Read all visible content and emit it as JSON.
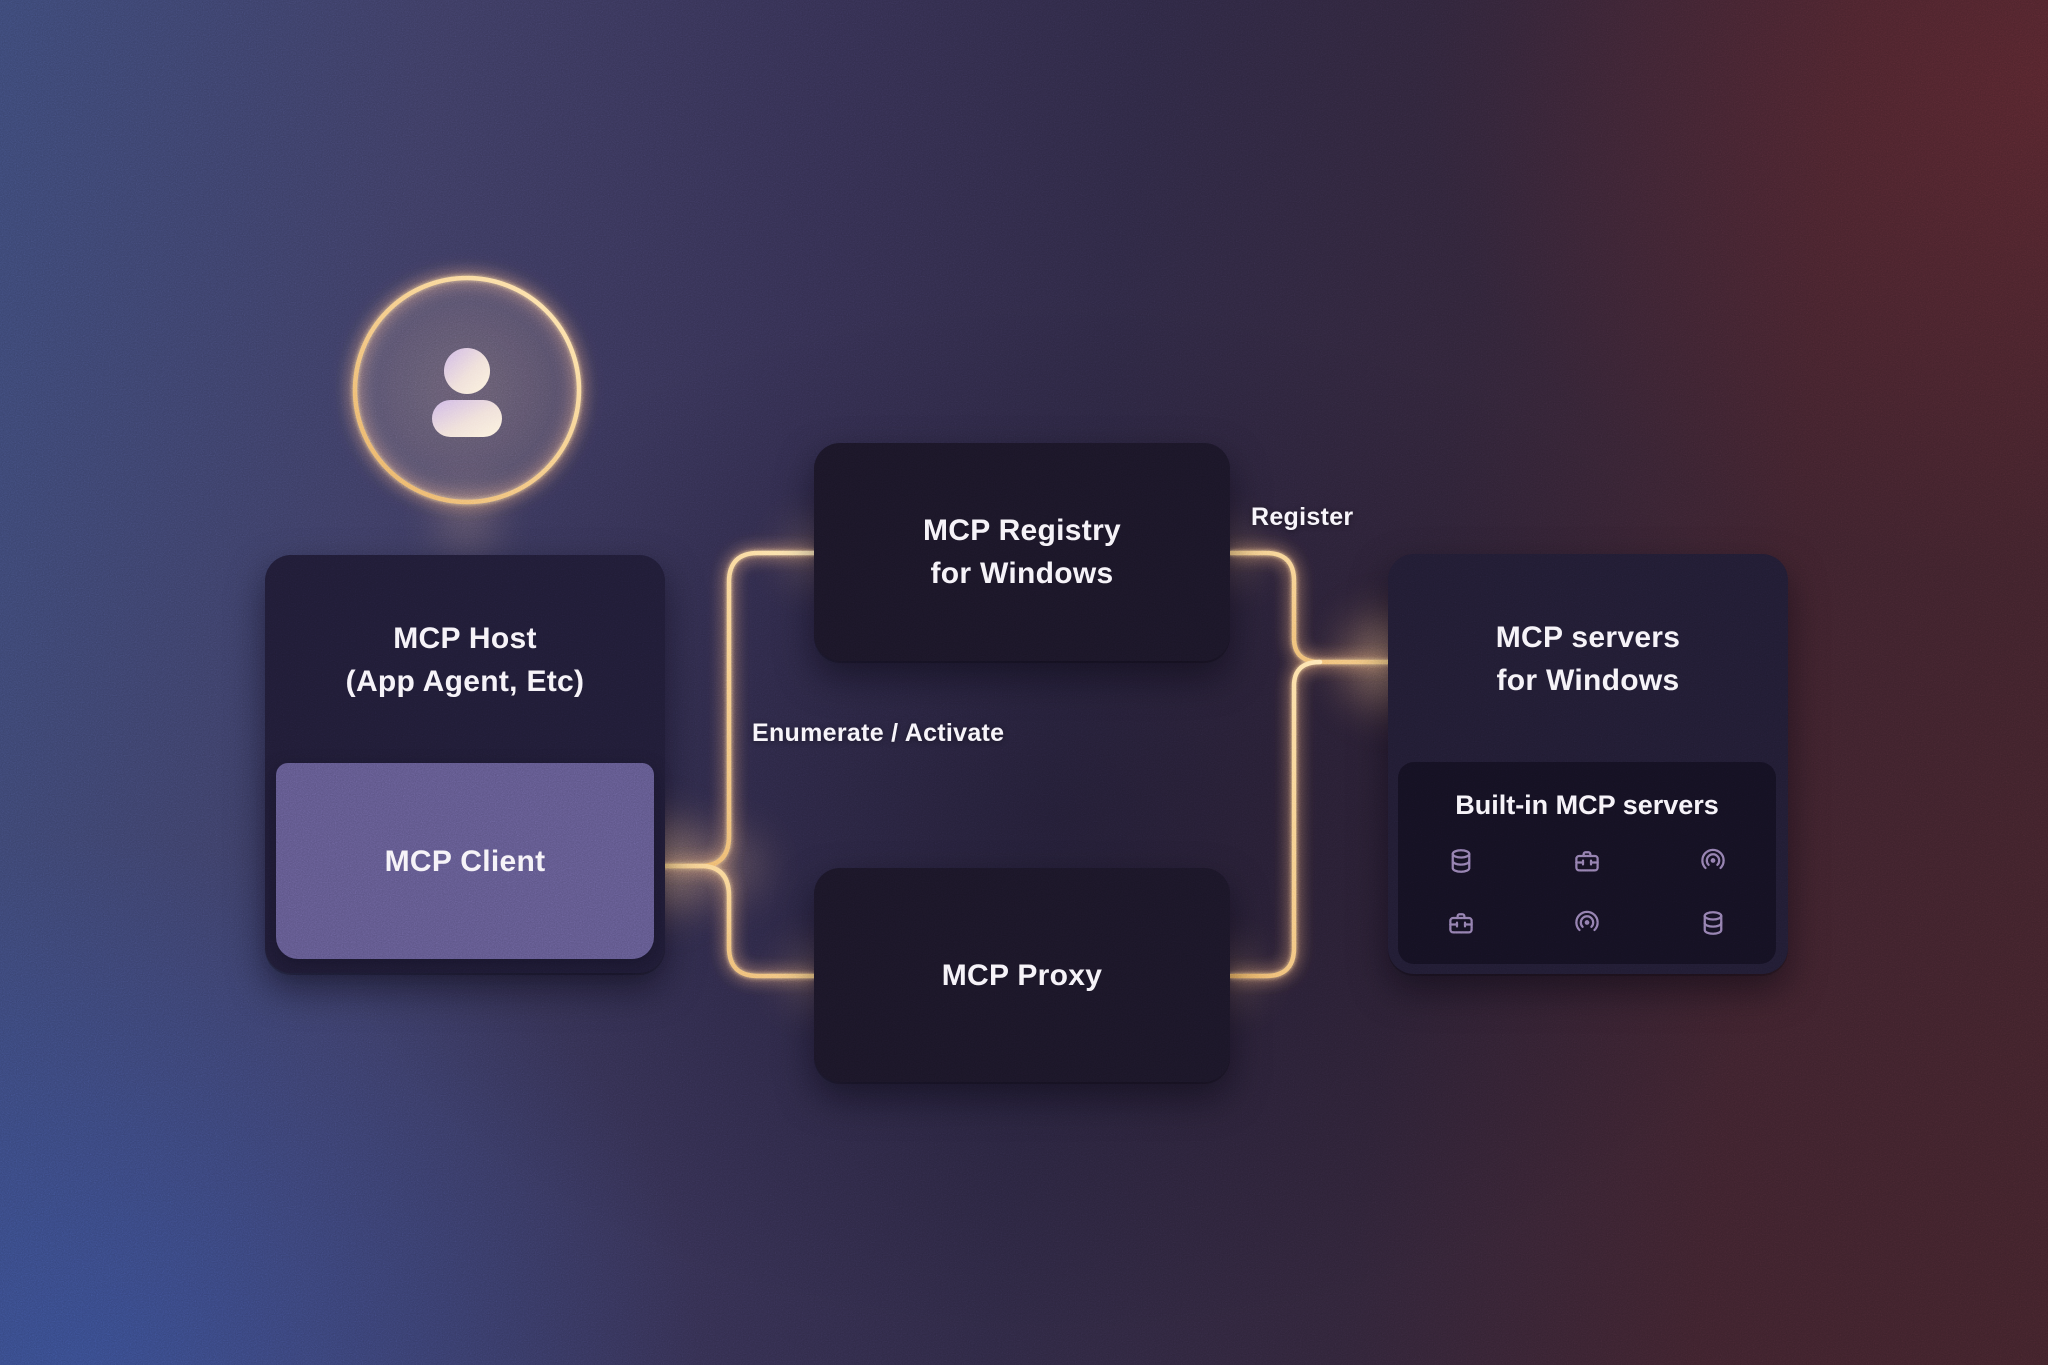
{
  "diagram": {
    "title_implicit": "MCP on Windows architecture",
    "nodes": {
      "host": {
        "title_line1": "MCP Host",
        "title_line2": "(App Agent, Etc)"
      },
      "client": {
        "label": "MCP Client"
      },
      "registry": {
        "title_line1": "MCP Registry",
        "title_line2": "for Windows"
      },
      "proxy": {
        "label": "MCP Proxy"
      },
      "servers": {
        "title_line1": "MCP servers",
        "title_line2": "for Windows",
        "builtin": {
          "title": "Built-in MCP servers",
          "icons": [
            "database",
            "toolbox",
            "broadcast",
            "toolbox",
            "broadcast",
            "database"
          ]
        }
      },
      "user": {
        "icon": "person"
      }
    },
    "edges": {
      "enumerate_label": "Enumerate / Activate",
      "register_label": "Register"
    },
    "colors": {
      "connector_gold": "#f2c57c",
      "host_bg": "#1f1b34",
      "client_bg": "#5d5587",
      "dark_node_bg": "#1a1526",
      "servers_bg": "#201b31",
      "builtin_bg": "#141021",
      "icon_purple": "#8d79aa",
      "text": "#f5f2f8",
      "bg_blue": "#31457e",
      "bg_maroon": "#40212a"
    }
  }
}
